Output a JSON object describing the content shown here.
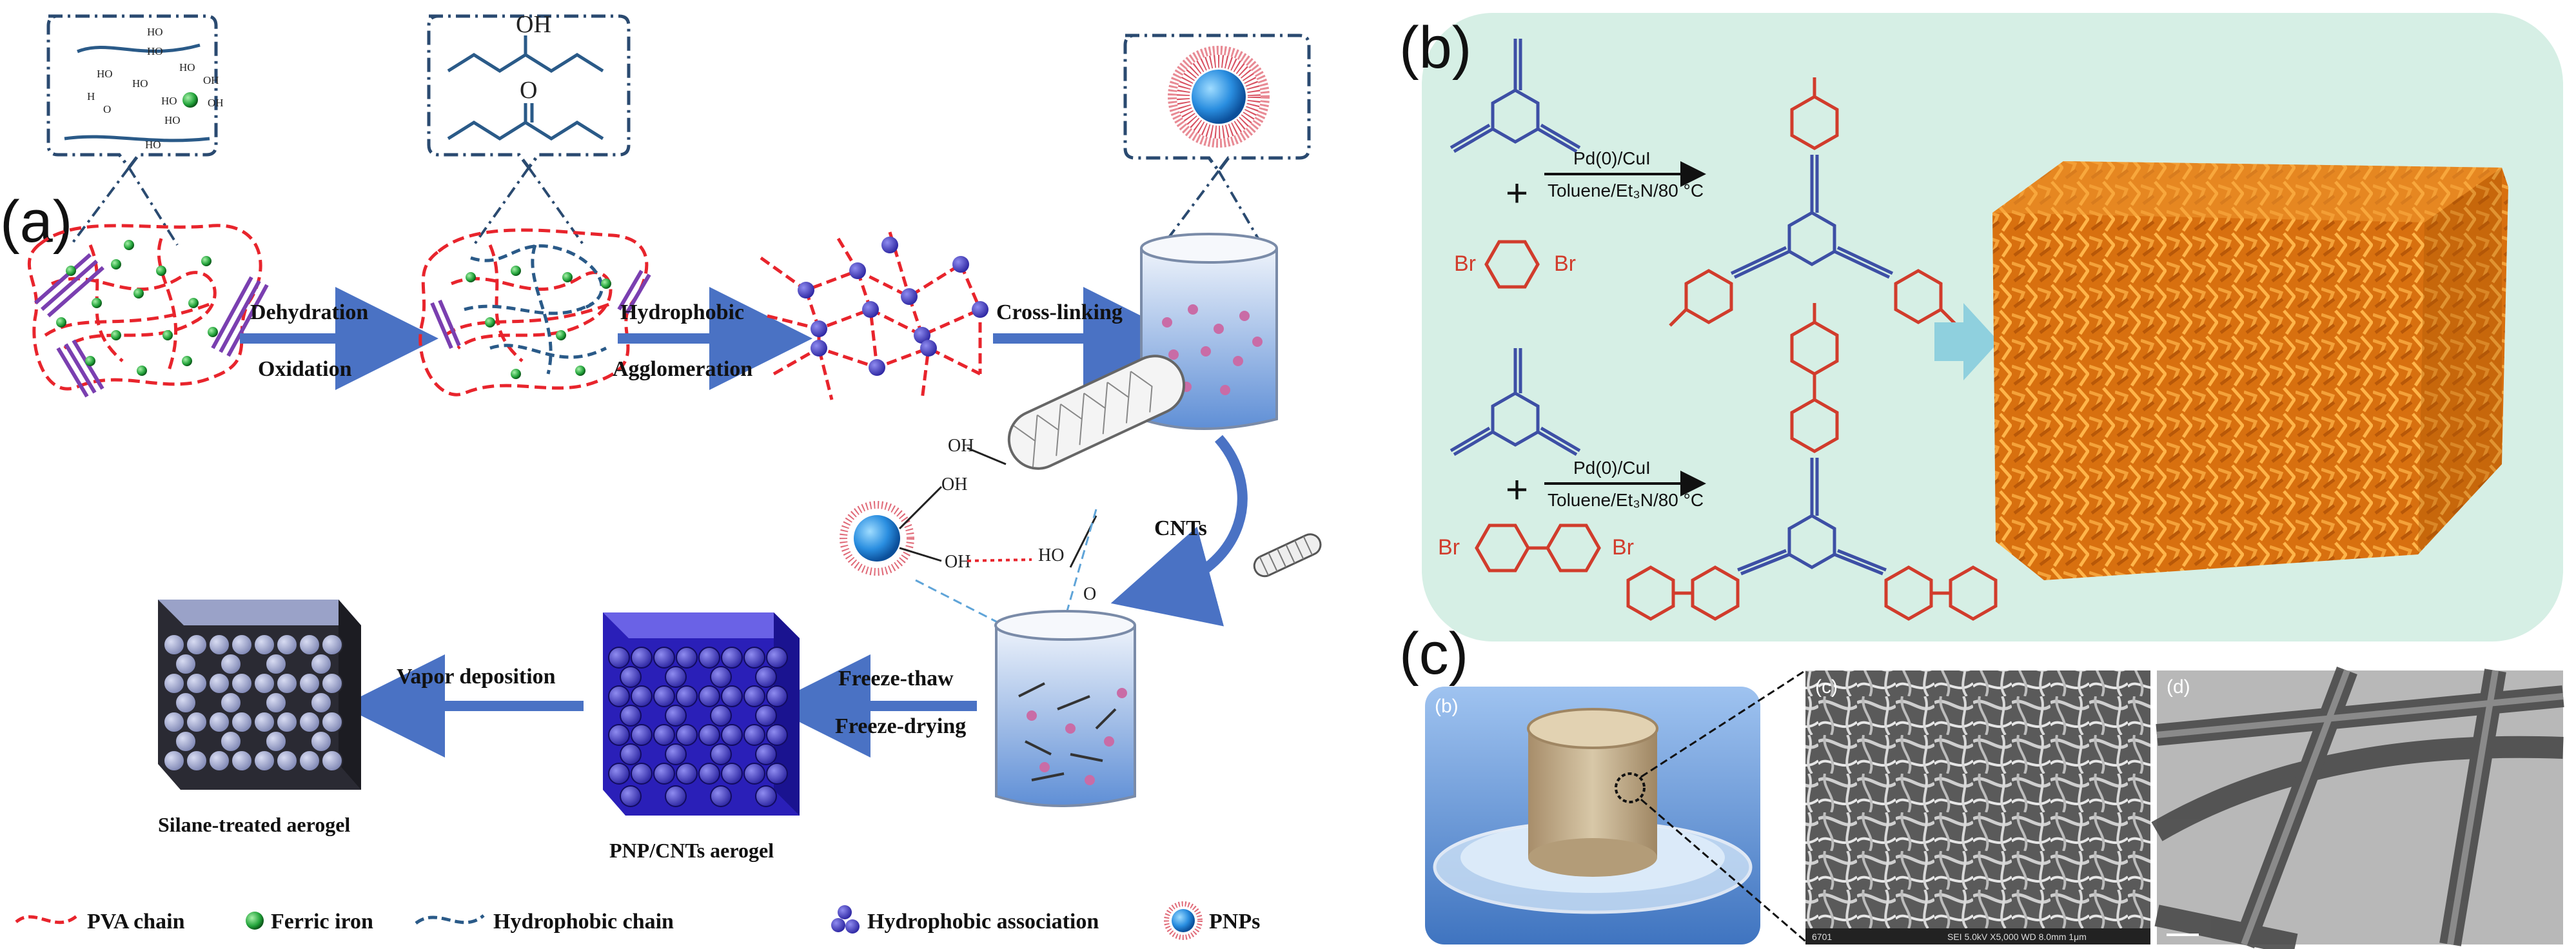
{
  "colors": {
    "pva": "#e8242c",
    "ferric": "#22a33a",
    "hydrophobic_chain": "#2a5a88",
    "assoc": "#2b2c8c",
    "arrow": "#4a72c4",
    "panel_b_bg": "#d6efe5",
    "orange": "#e07a14",
    "blue_struct": "#3d4fa5",
    "red_struct": "#d13c2c"
  },
  "panel_a": {
    "label": "(a)",
    "step_dehydration": "Dehydration",
    "step_oxidation": "Oxidation",
    "step_hydrophobic": "Hydrophobic",
    "step_agglomeration": "Agglomeration",
    "step_crosslinking": "Cross-linking",
    "step_cnts": "CNTs",
    "step_freeze_thaw": "Freeze-thaw",
    "step_freeze_drying": "Freeze-drying",
    "step_vapor": "Vapor deposition",
    "label_pnp_cnts": "PNP/CNTs aerogel",
    "label_silane": "Silane-treated aerogel",
    "inset_oh_labels": [
      "HO",
      "HO",
      "H",
      "O",
      "HO",
      "HO",
      "OH",
      "HO",
      "OH",
      "HO",
      "HO",
      "HO"
    ],
    "inset2_oh": "OH",
    "inset2_o": "O",
    "mol_labels": [
      "OH",
      "OH",
      "OH",
      "HO",
      "O"
    ],
    "legend": {
      "pva": "PVA chain",
      "ferric": "Ferric iron",
      "hydrophobic_chain": "Hydrophobic chain",
      "hydrophobic_assoc": "Hydrophobic association",
      "pnps": "PNPs"
    }
  },
  "panel_b": {
    "label": "(b)",
    "plus1": "+",
    "plus2": "+",
    "cond_top_1": "Pd(0)/CuI",
    "cond_bot_1": "Toluene/Et₃N/80 °C",
    "cond_top_2": "Pd(0)/CuI",
    "cond_bot_2": "Toluene/Et₃N/80 °C",
    "br": "Br"
  },
  "panel_c": {
    "label": "(c)",
    "sub_b": "(b)",
    "sub_c": "(c)",
    "sub_d": "(d)",
    "sem_info": "SEI   5.0kV   X5,000   WD 8.0mm   1μm",
    "sem_left": "6701"
  }
}
